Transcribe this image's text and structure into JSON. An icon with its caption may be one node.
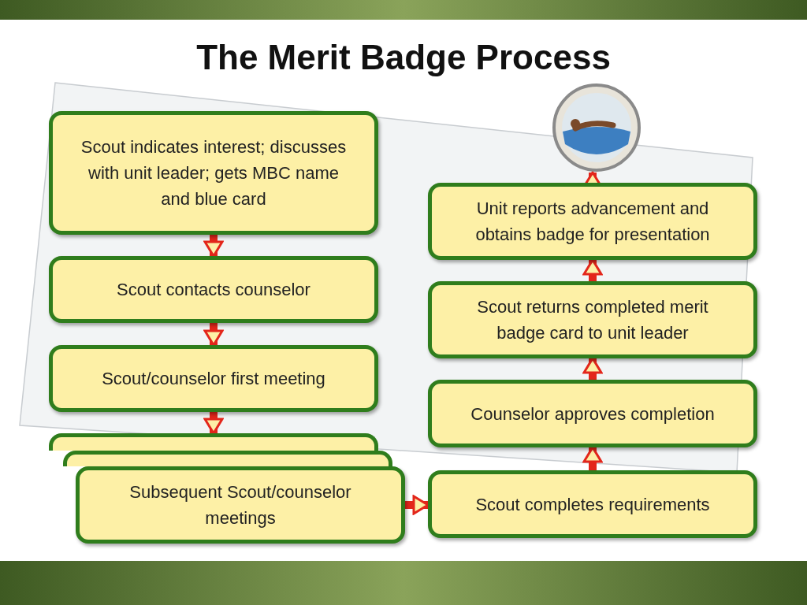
{
  "diagram": {
    "title": "The Merit Badge Process",
    "nodes": [
      {
        "text": [
          "Scout indicates interest; discusses with unit leader; gets MBC name and blue card"
        ]
      },
      {
        "text": [
          "Scout contacts counselor"
        ]
      },
      {
        "text": [
          "Scout/counselor first meeting"
        ]
      },
      {
        "text": [],
        "shape": "box"
      },
      {
        "text": [],
        "shape": "box"
      },
      {
        "text": [
          "Subsequent Scout/counselor meetings"
        ]
      },
      {
        "text": [
          "Scout completes requirements"
        ]
      },
      {
        "text": [
          "Counselor approves completion"
        ]
      },
      {
        "text": [
          "Scout returns completed merit badge card to unit leader"
        ]
      },
      {
        "text": [
          "Unit reports advancement and obtains badge for presentation"
        ]
      },
      {
        "text": [],
        "shape": "picture"
      }
    ],
    "edges": [
      {
        "from": 0,
        "to": 1,
        "arrow": "to"
      },
      {
        "from": 1,
        "to": 2,
        "arrow": "to"
      },
      {
        "from": 2,
        "to": 3,
        "arrow": "to"
      },
      {
        "from": 5,
        "to": 6,
        "arrow": "to"
      },
      {
        "from": 6,
        "to": 7,
        "arrow": "to"
      },
      {
        "from": 7,
        "to": 8,
        "arrow": "to"
      },
      {
        "from": 8,
        "to": 9,
        "arrow": "to"
      },
      {
        "from": 9,
        "to": 10,
        "arrow": "to"
      }
    ]
  }
}
